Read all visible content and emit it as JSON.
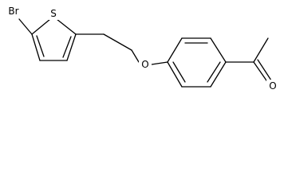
{
  "molecule": {
    "atoms": {
      "bromine": "Br",
      "sulfur": "S",
      "ether_oxygen": "O",
      "carbonyl_oxygen": "O"
    },
    "colors": {
      "bond": "#000000",
      "label": "#000000",
      "background": "#ffffff"
    }
  }
}
